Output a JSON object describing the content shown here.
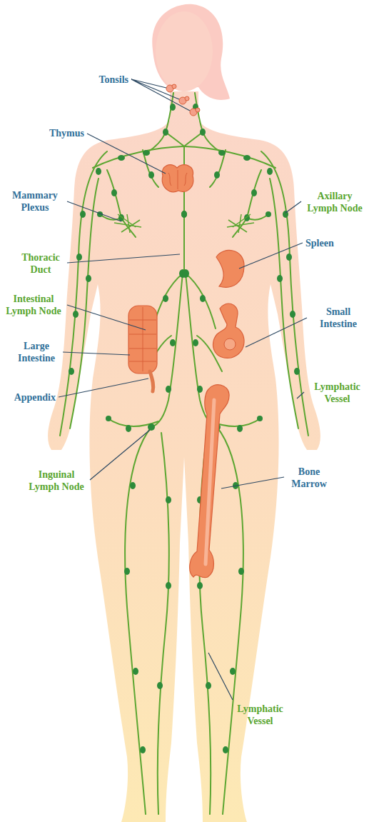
{
  "diagram": {
    "labels": [
      "Tonsils",
      "Thymus",
      "Mammary Plexus",
      "Thoracic Duct",
      "Intestinal Lymph Node",
      "Large Intestine",
      "Appendix",
      "Inguinal Lymph Node",
      "Axillary Lymph Node",
      "Spleen",
      "Small Intestine",
      "Lymphatic Vessel",
      "Bone Marrow",
      "Lymphatic Vessel"
    ]
  }
}
